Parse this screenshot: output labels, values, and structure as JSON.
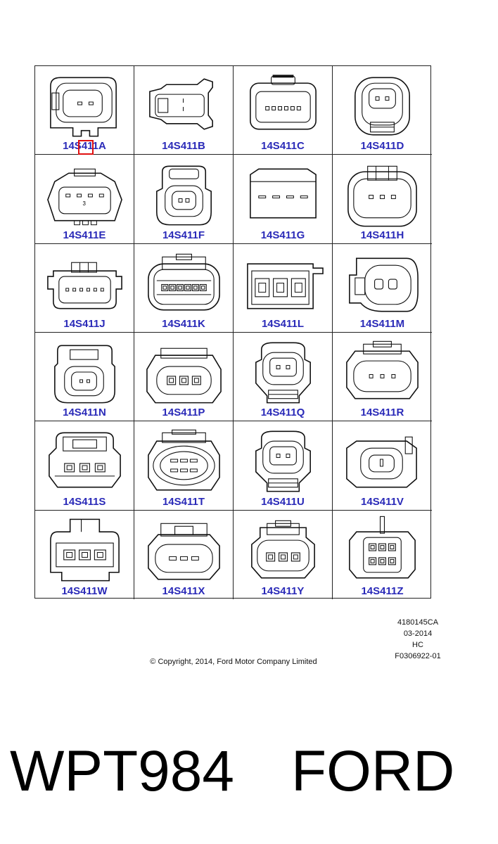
{
  "connectors": [
    "14S411A",
    "14S411B",
    "14S411C",
    "14S411D",
    "14S411E",
    "14S411F",
    "14S411G",
    "14S411H",
    "14S411J",
    "14S411K",
    "14S411L",
    "14S411M",
    "14S411N",
    "14S411P",
    "14S411Q",
    "14S411R",
    "14S411S",
    "14S411T",
    "14S411U",
    "14S411V",
    "14S411W",
    "14S411X",
    "14S411Y",
    "14S411Z"
  ],
  "reference": {
    "code": "4180145CA",
    "date": "03-2014",
    "initials": "HC",
    "figure": "F0306922-01"
  },
  "copyright": "© Copyright, 2014, Ford Motor Company Limited",
  "part_number": "WPT984",
  "brand": "FORD",
  "colors": {
    "label": "#2a2ab8",
    "line": "#222222",
    "highlight": "#e01010"
  }
}
